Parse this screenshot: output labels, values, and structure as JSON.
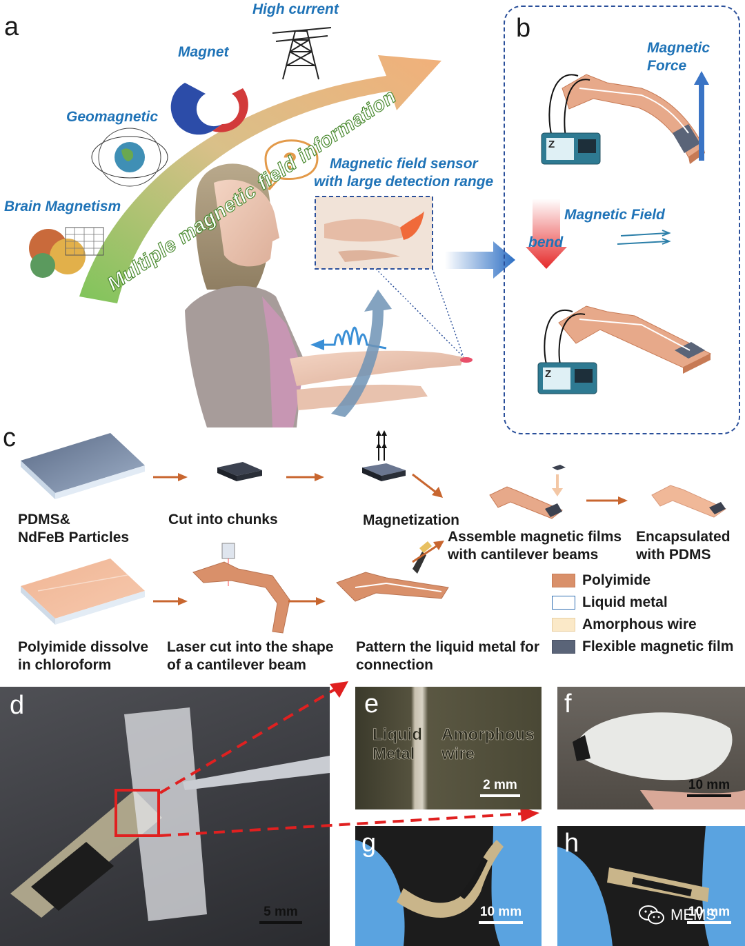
{
  "panels": {
    "a": "a",
    "b": "b",
    "c": "c",
    "d": "d",
    "e": "e",
    "f": "f",
    "g": "g",
    "h": "h"
  },
  "panel_a": {
    "arrow_text": "Multiple magnetic field information",
    "labels": {
      "high_current": "High current",
      "magnet": "Magnet",
      "geomagnetic": "Geomagnetic",
      "brain": "Brain Magnetism",
      "sensor_line1": "Magnetic field sensor",
      "sensor_line2": "with large detection range"
    },
    "question": "?"
  },
  "panel_b": {
    "magnetic_force_line1": "Magnetic",
    "magnetic_force_line2": "Force",
    "magnetic_field": "Magnetic Field",
    "bend": "bend",
    "analyzer_letter": "Z"
  },
  "panel_c": {
    "steps": {
      "pdms_line1": "PDMS&",
      "pdms_line2": "NdFeB Particles",
      "cut": "Cut into chunks",
      "magnetization": "Magnetization",
      "assemble_line1": "Assemble magnetic films",
      "assemble_line2": "with cantilever beams",
      "encapsulated_line1": "Encapsulated",
      "encapsulated_line2": "with PDMS",
      "polyimide_line1": "Polyimide dissolve",
      "polyimide_line2": "in chloroform",
      "laser_line1": "Laser cut into the shape",
      "laser_line2": "of a cantilever beam",
      "pattern_line1": "Pattern the liquid metal for",
      "pattern_line2": "connection"
    },
    "legend": [
      {
        "label": "Polyimide",
        "color": "#d9906a",
        "border": "#c77a55"
      },
      {
        "label": "Liquid metal",
        "color": "#ffffff",
        "border": "#2e6db0"
      },
      {
        "label": "Amorphous wire",
        "color": "#fbe9c8",
        "border": "#e8cfa2"
      },
      {
        "label": "Flexible magnetic film",
        "color": "#5a6478",
        "border": "#4a5266"
      }
    ]
  },
  "panel_d": {
    "scale": "5 mm"
  },
  "panel_e": {
    "liquid_line1": "Liquid",
    "liquid_line2": "Metal",
    "wire_line1": "Amorphous",
    "wire_line2": "wire",
    "scale": "2 mm"
  },
  "panel_f": {
    "scale": "10 mm"
  },
  "panel_g": {
    "scale": "10 mm"
  },
  "panel_h": {
    "scale": "10 mm"
  },
  "watermark": "MEMS",
  "colors": {
    "accent_blue": "#1f73b7",
    "process_arrow": "#c8662f",
    "dashed_red": "#e02020",
    "dashed_box": "#2a4f9a"
  }
}
